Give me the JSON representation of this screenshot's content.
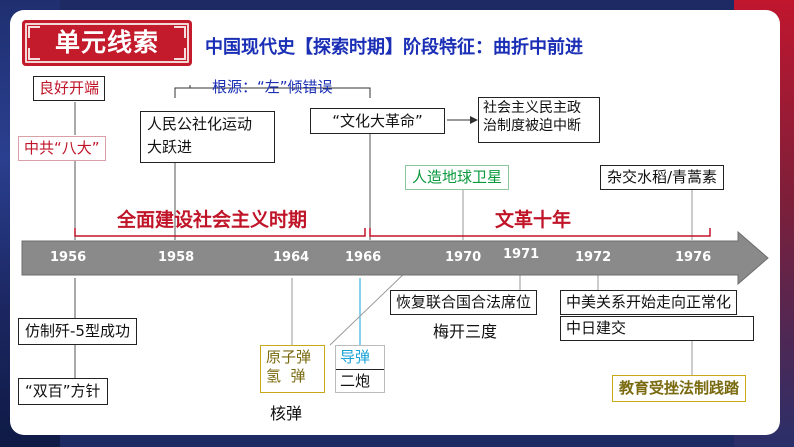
{
  "badge": {
    "title": "单元线索"
  },
  "headline": "中国现代史【探索时期】阶段特征：曲折中前进",
  "root_label": "根源：“左”倾错误",
  "top_boxes": {
    "good_start": "良好开端",
    "eighth_congress": "中共“八大”",
    "communes": "人民公社化运动",
    "great_leap": "大跃进",
    "cultural_revolution": "“文化大革命”",
    "democracy_interrupted_1": "社会主义民主政",
    "democracy_interrupted_2": "治制度被迫中断",
    "satellite": "人造地球卫星",
    "hybrid_rice": "杂交水稻/青蒿素"
  },
  "periods": {
    "construction": "全面建设社会主义时期",
    "decade": "文革十年"
  },
  "axis_years": [
    "1956",
    "1958",
    "1964",
    "1966",
    "1970",
    "1971",
    "1972",
    "1976"
  ],
  "bottom_boxes": {
    "j5": "仿制歼-5型成功",
    "double_hundred": "“双百”方针",
    "atomic_bomb": "原子弹",
    "hydrogen_bomb": "氢  弹",
    "nuclear_label": "核弹",
    "missile": "导弹",
    "second_artillery": "二炮",
    "un_seat": "恢复联合国合法席位",
    "sino_us": "中美关系开始走向正常化",
    "plum_blossoms": "梅开三度",
    "sino_japan": "中日建交",
    "education": "教育受挫法制践踏"
  },
  "colors": {
    "accent_red": "#c01428",
    "headline_blue": "#1a2fb5",
    "axis_gray": "#8a8a8a",
    "green": "#0a9a3c",
    "cyan": "#1aa3d8"
  }
}
